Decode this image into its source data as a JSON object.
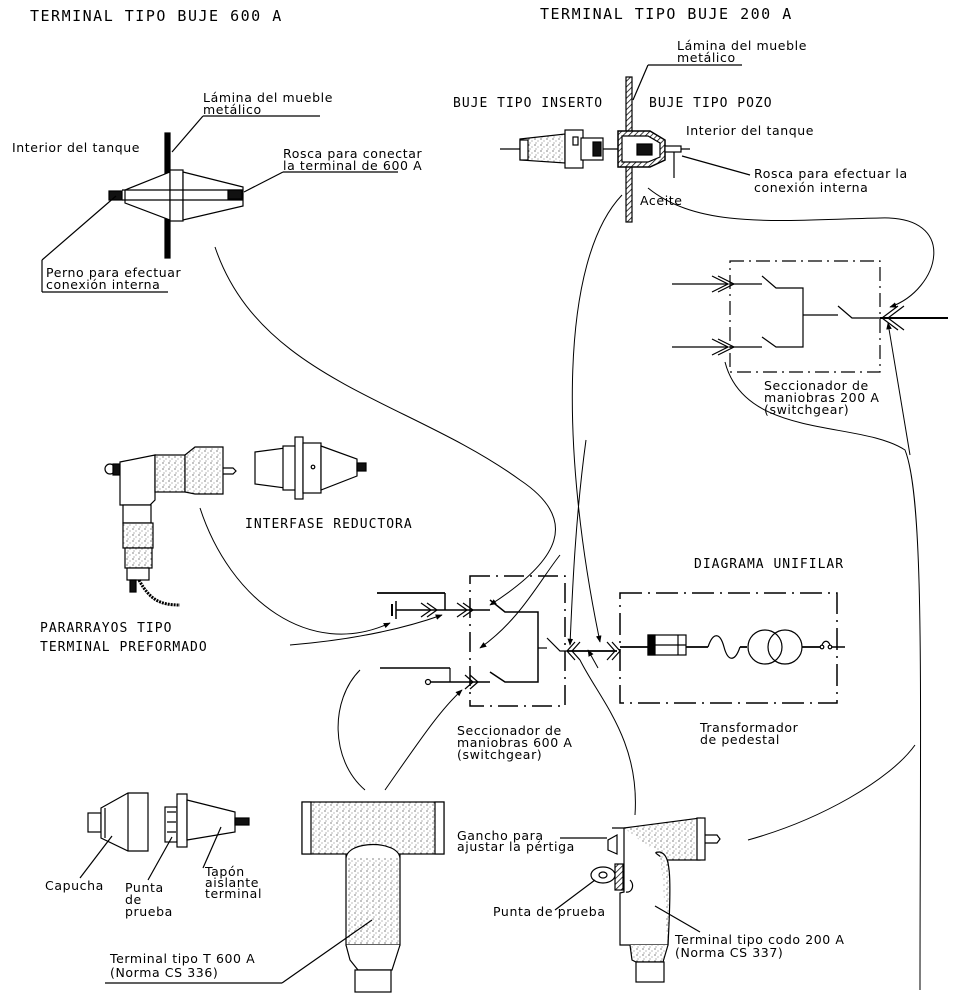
{
  "titles": {
    "bushing_600": "TERMINAL TIPO BUJE 600 A",
    "bushing_200": "TERMINAL TIPO BUJE 200 A",
    "insert_bushing": "BUJE TIPO INSERTO",
    "well_bushing": "BUJE TIPO POZO",
    "reducing_interface": "INTERFASE REDUCTORA",
    "arrester_line1": "PARARRAYOS TIPO",
    "arrester_line2": "TERMINAL PREFORMADO",
    "single_line_diagram": "DIAGRAMA UNIFILAR"
  },
  "bushing_600_labels": {
    "sheet_line1": "Lámina del mueble",
    "sheet_line2": "metálico",
    "tank_interior": "Interior del tanque",
    "thread_line1": "Rosca para conectar",
    "thread_line2": "la terminal de 600 A",
    "stud_line1": "Perno para efectuar",
    "stud_line2": "conexión interna"
  },
  "bushing_200_labels": {
    "sheet_line1": "Lámina del mueble",
    "sheet_line2": "metálico",
    "tank_interior": "Interior del tanque",
    "thread_line1": "Rosca para efectuar la",
    "thread_line2": "conexión interna",
    "oil": "Aceite"
  },
  "switchgear_200": {
    "line1": "Seccionador de",
    "line2": "maniobras 200 A",
    "line3": "(switchgear)"
  },
  "switchgear_600": {
    "line1": "Seccionador de",
    "line2": "maniobras 600 A",
    "line3": "(switchgear)"
  },
  "transformer": {
    "line1": "Transformador",
    "line2": "de pedestal"
  },
  "cap_parts": {
    "cap": "Capucha",
    "test_point_line1": "Punta",
    "test_point_line2": "de",
    "test_point_line3": "prueba",
    "plug_line1": "Tapón",
    "plug_line2": "aislante",
    "plug_line3": "terminal"
  },
  "t_terminal": {
    "line1": "Terminal tipo T 600 A",
    "line2": "(Norma CS 336)"
  },
  "elbow_terminal": {
    "hook_line1": "Gancho para",
    "hook_line2": "ajustar la pértiga",
    "test_point": "Punta de prueba",
    "line1": "Terminal tipo codo 200 A",
    "line2": "(Norma CS 337)"
  }
}
